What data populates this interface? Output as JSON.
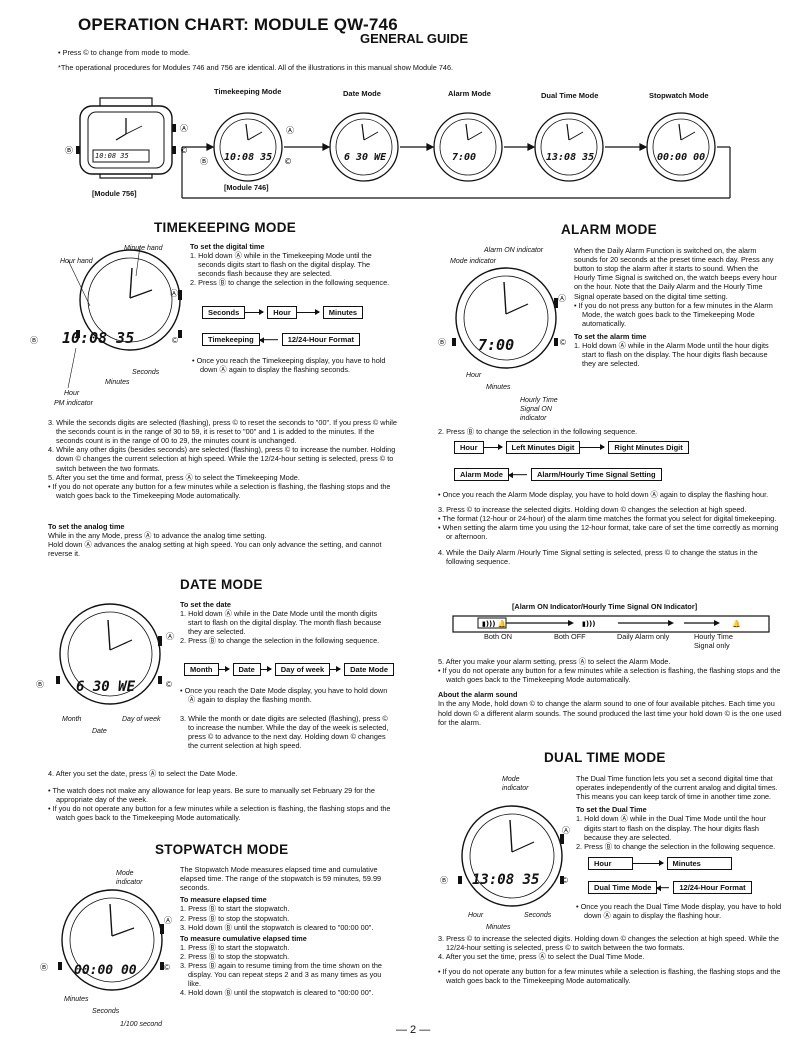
{
  "header": {
    "title": "OPERATION CHART: MODULE QW-746",
    "subtitle": "GENERAL GUIDE",
    "intro1": "• Press © to change from mode to mode.",
    "intro2": "*The operational procedures for Modules 746 and 756 are identical. All of the illustrations in this manual show Module 746."
  },
  "modes": {
    "timekeeping": "Timekeeping Mode",
    "date": "Date Mode",
    "alarm": "Alarm Mode",
    "dual": "Dual Time Mode",
    "stopwatch": "Stopwatch Mode",
    "module756": "[Module 756]",
    "module746": "[Module 746]",
    "displays": [
      "10:08 35",
      "6 30 WE",
      "7:00",
      "13:08 35",
      "00:00 00"
    ],
    "module756_display": "10:08 35"
  },
  "timekeeping": {
    "heading": "TIMEKEEPING MODE",
    "labels": [
      "Minute hand",
      "Hour hand",
      "Seconds",
      "Minutes",
      "Hour",
      "PM indicator"
    ],
    "display": "10:08 35",
    "set_title": "To set the digital time",
    "step1": "1. Hold down Ⓐ while in the Timekeeping Mode until the seconds digits start to flash on the digital display. The seconds flash because they are selected.",
    "step2": "2. Press Ⓑ to change the selection in the following sequence.",
    "seq": [
      "Seconds",
      "Hour",
      "Minutes",
      "Timekeeping",
      "12/24-Hour Format"
    ],
    "note1": "• Once you reach the Timekeeping display, you have to hold down Ⓐ again to display the flashing seconds.",
    "step3": "3. While the seconds digits are selected (flashing), press © to reset the seconds to \"00\". If you press © while the seconds count is in the range of 30 to 59, it is reset to \"00\" and 1 is added to the minutes. If the seconds count is in the range of 00 to 29, the minutes count is unchanged.",
    "step4": "4. While any other digits (besides seconds) are selected (flashing), press © to increase the number. Holding down © changes the current selection at high speed. While the 12/24-hour setting is selected, press © to switch between the two formats.",
    "step5": "5. After you set the time and format, press Ⓐ to select the Timekeeping Mode.",
    "note2": "• If you do not operate any button for a few minutes while a selection is flashing, the flashing stops and the watch goes back to the Timekeeping Mode automatically.",
    "analog_title": "To set the analog time",
    "analog1": "While in the any Mode, press Ⓐ to advance the analog time setting.",
    "analog2": "Hold down Ⓐ advances the analog setting at high speed. You can only advance the setting, and cannot reverse it."
  },
  "date": {
    "heading": "DATE MODE",
    "display": "6 30 WE",
    "labels": [
      "Month",
      "Day of week",
      "Date"
    ],
    "set_title": "To set the date",
    "step1": "1. Hold down Ⓐ while in the Date Mode until the month digits start to flash on the digital display. The month flash because they are selected.",
    "step2": "2. Press Ⓑ to change the selection in the following sequence.",
    "seq": [
      "Month",
      "Date",
      "Day of week",
      "Date Mode"
    ],
    "note1": "• Once you reach the Date Mode display, you have to hold down Ⓐ again to display the flashing month.",
    "step3": "3. While the month or date digits are selected (flashing), press © to increase the number. While the day of the week is selected, press © to advance to the next day. Holding down © changes the current selection at high speed.",
    "step4": "4. After you set the date, press Ⓐ to select the Date Mode.",
    "note2": "• The watch does not make any allowance for leap years. Be sure to manually set February 29 for the appropriate day of the week.",
    "note3": "• If you do not operate any button for a few minutes while a selection is flashing, the flashing stops and the watch goes back to the Timekeeping Mode automatically."
  },
  "stopwatch": {
    "heading": "STOPWATCH MODE",
    "display": "00:00 00",
    "labels": [
      "Mode indicator",
      "Minutes",
      "Seconds",
      "1/100 second"
    ],
    "intro": "The Stopwatch Mode measures elapsed time and cumulative elapsed time. The range of the stopwatch is 59 minutes, 59.99 seconds.",
    "elapsed_title": "To measure elapsed time",
    "e1": "1. Press Ⓑ to start the stopwatch.",
    "e2": "2. Press Ⓑ to stop the stopwatch.",
    "e3": "3. Hold down Ⓑ until the stopwatch is cleared to \"00:00 00\".",
    "cum_title": "To measure cumulative elapsed time",
    "c1": "1. Press Ⓑ to start the stopwatch.",
    "c2": "2. Press Ⓑ to stop the stopwatch.",
    "c3": "3. Press Ⓑ again to resume timing from the time shown on the display. You can repeat steps 2 and 3 as many times as you like.",
    "c4": "4. Hold down Ⓑ until the stopwatch is cleared to \"00:00 00\"."
  },
  "alarm": {
    "heading": "ALARM MODE",
    "display": "7:00",
    "labels": [
      "Alarm ON indicator",
      "Mode indicator",
      "Hour",
      "Minutes",
      "Hourly Time Signal ON indicator"
    ],
    "intro": "When the Daily Alarm Function is switched on, the alarm sounds for 20 seconds at the preset time each day. Press any button to stop the alarm after it starts to sound. When the Hourly Time Signal is switched on, the watch beeps every hour on the hour. Note that the Daily Alarm and the Hourly Time Signal operate based on the digital time setting.",
    "note0": "• If you do not press any button for a few minutes in the Alarm Mode, the watch goes back to the Timekeeping Mode automatically.",
    "set_title": "To set the alarm time",
    "step1": "1. Hold down Ⓐ while in the Alarm Mode until the hour digits start to flash on the display. The hour digits flash because they are selected.",
    "step2": "2. Press Ⓑ to change the selection in the following sequence.",
    "seq": [
      "Hour",
      "Left Minutes Digit",
      "Right Minutes Digit",
      "Alarm Mode",
      "Alarm/Hourly Time Signal Setting"
    ],
    "note1": "• Once you reach the Alarm Mode display, you have to hold down Ⓐ again to display the flashing hour.",
    "step3": "3. Press © to increase the selected digits. Holding down © changes the selection at high speed.",
    "note2": "• The format (12-hour or 24-hour) of the alarm time matches the format you select for digital timekeeping.",
    "note3": "• When setting the alarm time you using the 12-hour format, take care of set the time correctly as morning or afternoon.",
    "step4": "4. While the Daily Alarm /Hourly Time Signal setting is selected, press © to change the status in the following sequence.",
    "status_title": "[Alarm ON Indicator/Hourly Time Signal ON Indicator]",
    "status": [
      "Both ON",
      "Both OFF",
      "Daily Alarm only",
      "Hourly Time Signal only"
    ],
    "step5": "5. After you make your alarm setting, press Ⓐ to select the Alarm Mode.",
    "note4": "• If you do not operate any button for a few minutes while a selection is flashing, the flashing stops and the watch goes back to the Timekeeping Mode automatically.",
    "sound_title": "About the alarm sound",
    "sound": "In the any Mode, hold down © to change the alarm sound to one of four available pitches. Each time you hold down © a different alarm sounds. The sound produced the last time your hold down © is the one used for the alarm."
  },
  "dual": {
    "heading": "DUAL TIME MODE",
    "display": "13:08 35",
    "labels": [
      "Mode indicator",
      "Hour",
      "Minutes",
      "Seconds"
    ],
    "intro": "The Dual Time function lets you set a second digital time that operates independently of the current analog and digital times. This means you can keep tarck of time in another time zone.",
    "set_title": "To set the Dual Time",
    "step1": "1. Hold down Ⓐ while in the Dual Time Mode until the hour digits start to flash on the display. The hour digits flash because they are selected.",
    "step2": "2. Press Ⓑ to change the selection in the following sequence.",
    "seq": [
      "Hour",
      "Minutes",
      "Dual Time Mode",
      "12/24-Hour Format"
    ],
    "note1": "• Once you reach the Dual Time Mode display, you have to hold down Ⓐ again to display the flashing hour.",
    "step3": "3. Press © to increase the selected digits. Holding down © changes the selection at high speed. While the 12/24-hour setting is selected, press © to switch between the two formats.",
    "step4": "4. After you set the time, press Ⓐ to select the Dual Time Mode.",
    "note2": "• If you do not operate any button for a few minutes while a selection is flashing, the flashing stops and the watch goes back to the Timekeeping Mode automatically."
  },
  "footer": {
    "page": "— 2 —"
  }
}
